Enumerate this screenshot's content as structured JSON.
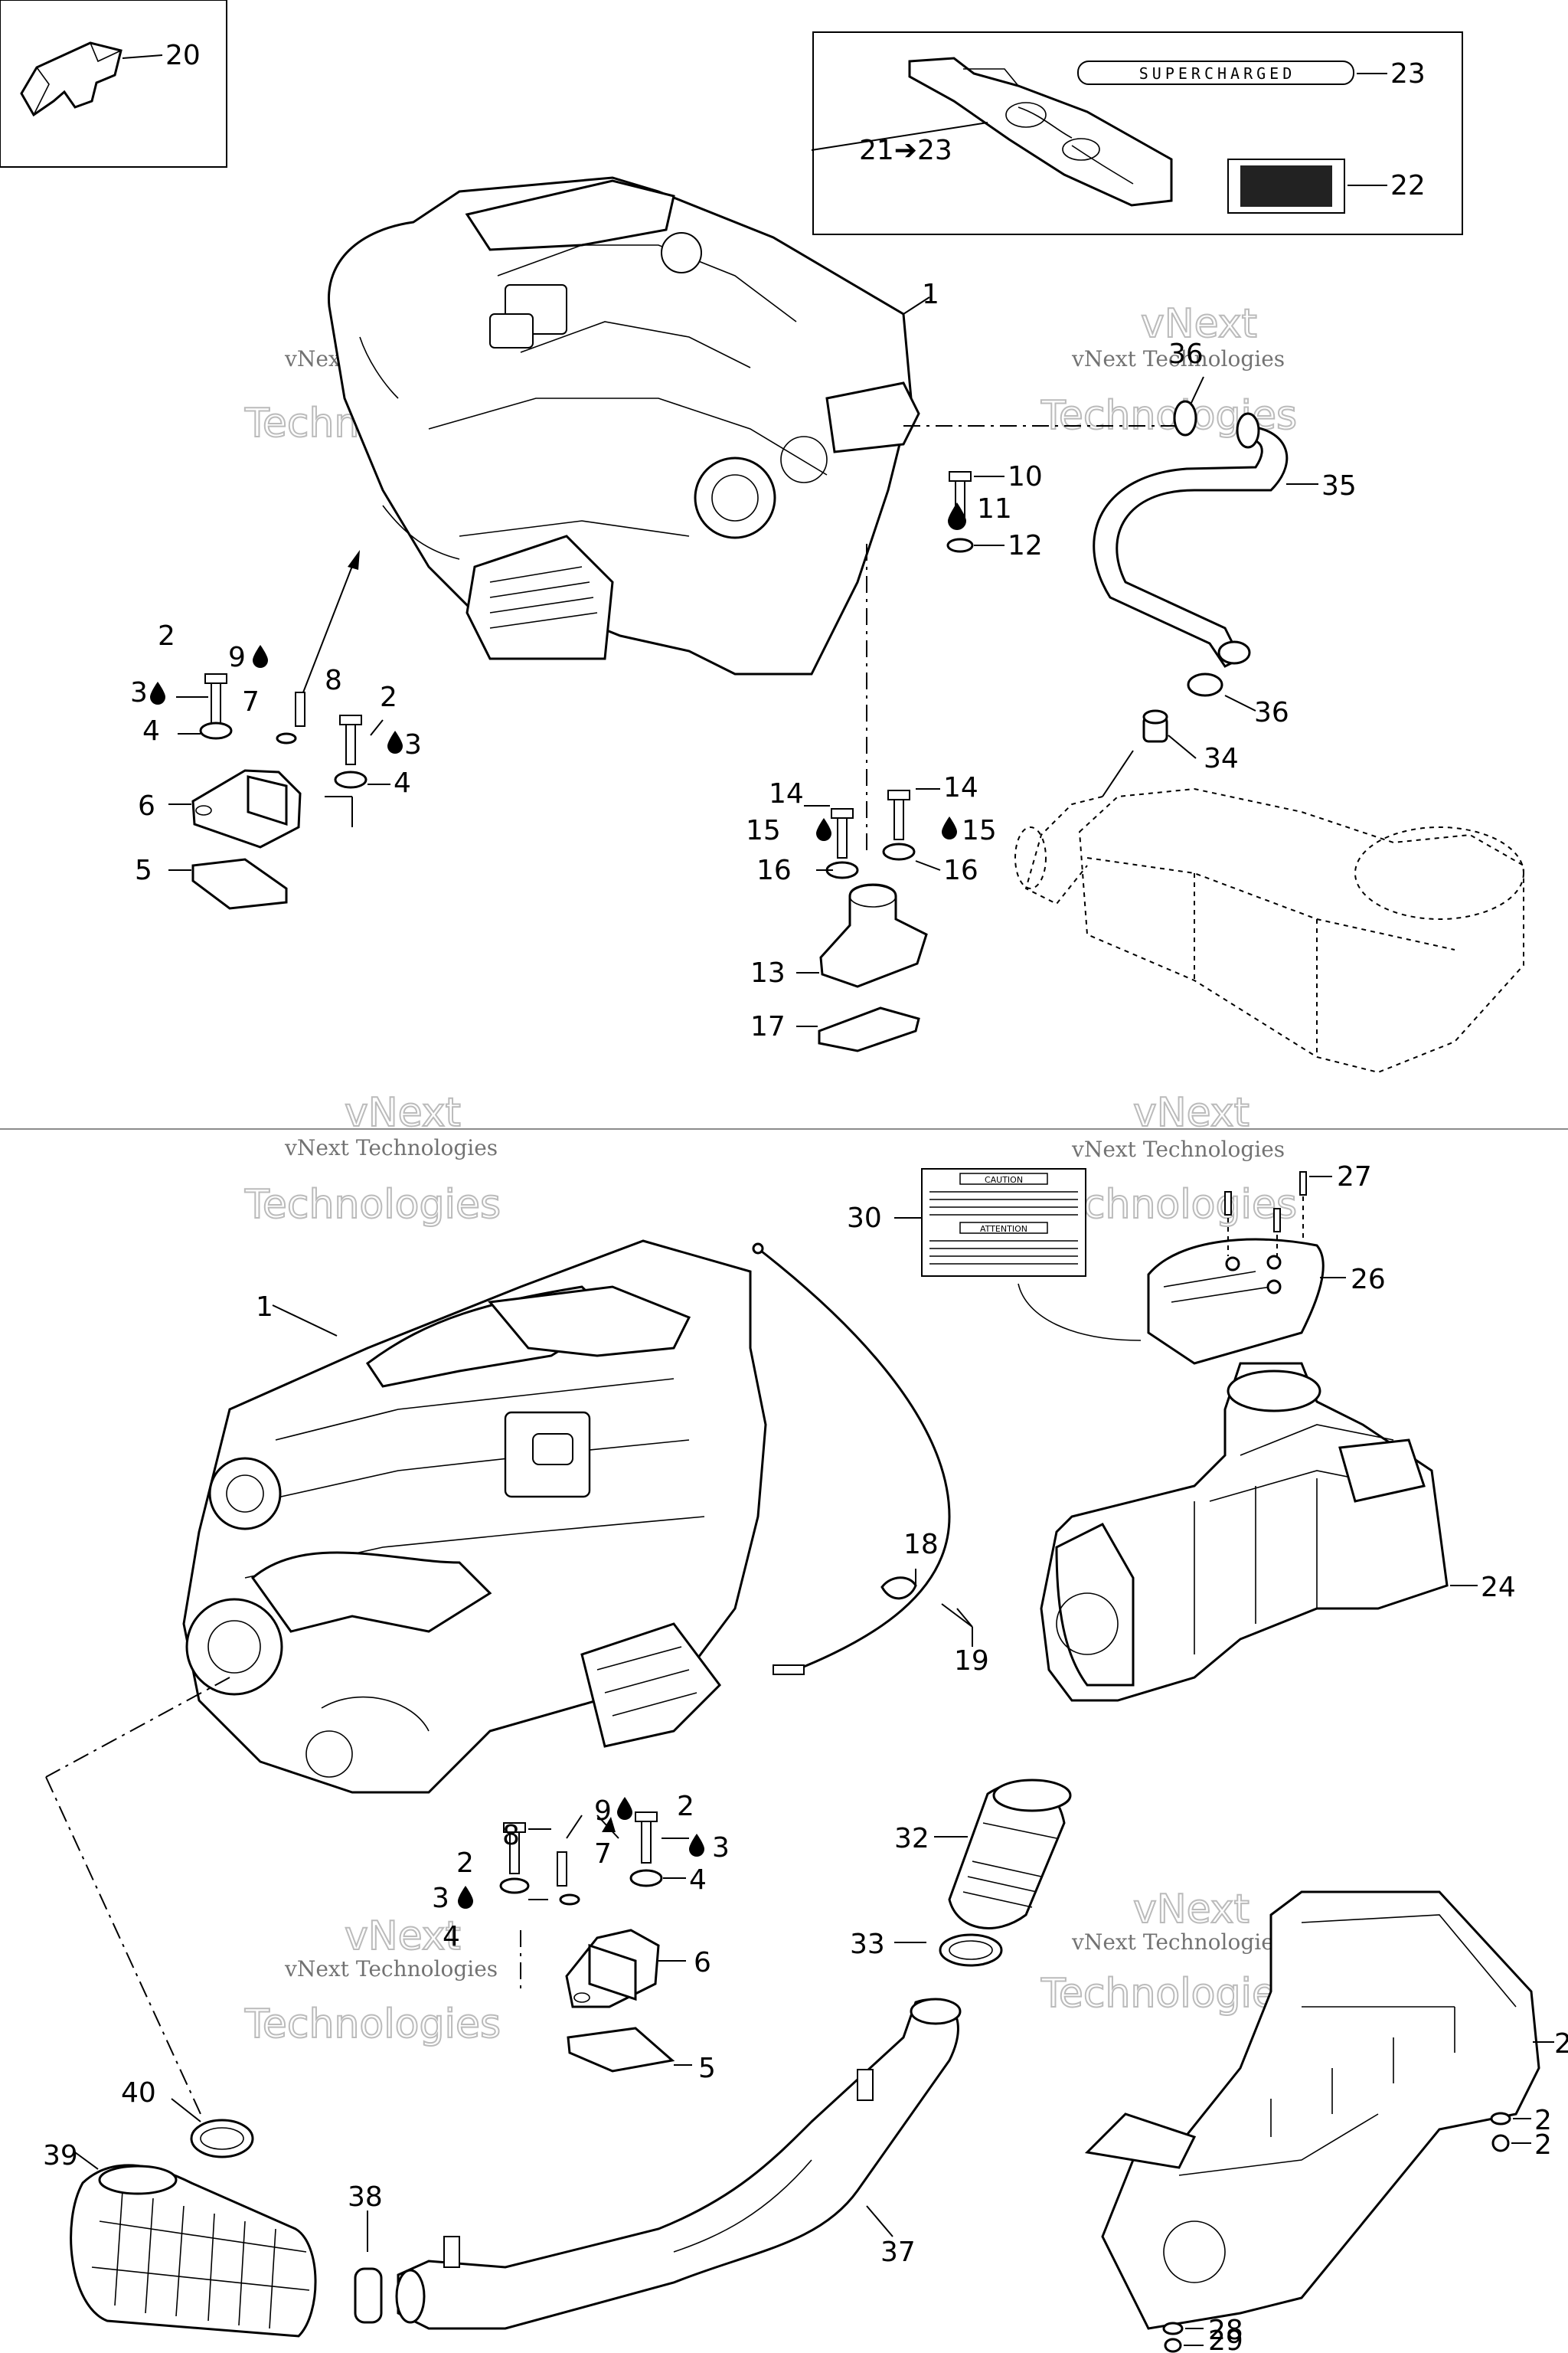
{
  "decal_text": {
    "supercharged": "SUPERCHARGED",
    "caution_title": "CAUTION",
    "attention_title": "ATTENTION"
  },
  "watermark": {
    "line1": "vNext Technologies",
    "line2a": "vNext",
    "line2b": "Technologies"
  },
  "callouts": [
    {
      "id": "c20",
      "text": "20"
    },
    {
      "id": "c23",
      "text": "23"
    },
    {
      "id": "c21-23",
      "text": "21➔23"
    },
    {
      "id": "c22",
      "text": "22"
    },
    {
      "id": "c1",
      "text": "1"
    },
    {
      "id": "c36a",
      "text": "36"
    },
    {
      "id": "c35",
      "text": "35"
    },
    {
      "id": "c10",
      "text": "10"
    },
    {
      "id": "c11",
      "text": "11"
    },
    {
      "id": "c12",
      "text": "12"
    },
    {
      "id": "c2a",
      "text": "2"
    },
    {
      "id": "c9a",
      "text": "9"
    },
    {
      "id": "c3a",
      "text": "3"
    },
    {
      "id": "c8a",
      "text": "8"
    },
    {
      "id": "c7a",
      "text": "7"
    },
    {
      "id": "c4a",
      "text": "4"
    },
    {
      "id": "c2b",
      "text": "2"
    },
    {
      "id": "c3b",
      "text": "3"
    },
    {
      "id": "c4b",
      "text": "4"
    },
    {
      "id": "c6a",
      "text": "6"
    },
    {
      "id": "c5a",
      "text": "5"
    },
    {
      "id": "c36b",
      "text": "36"
    },
    {
      "id": "c34",
      "text": "34"
    },
    {
      "id": "c14a",
      "text": "14"
    },
    {
      "id": "c14b",
      "text": "14"
    },
    {
      "id": "c15a",
      "text": "15"
    },
    {
      "id": "c15b",
      "text": "15"
    },
    {
      "id": "c16a",
      "text": "16"
    },
    {
      "id": "c16b",
      "text": "16"
    },
    {
      "id": "c13",
      "text": "13"
    },
    {
      "id": "c17",
      "text": "17"
    },
    {
      "id": "c27",
      "text": "27"
    },
    {
      "id": "c30",
      "text": "30"
    },
    {
      "id": "c26",
      "text": "26"
    },
    {
      "id": "c1b",
      "text": "1"
    },
    {
      "id": "c18",
      "text": "18"
    },
    {
      "id": "c19",
      "text": "19"
    },
    {
      "id": "c24",
      "text": "24"
    },
    {
      "id": "c8b",
      "text": "8"
    },
    {
      "id": "c9b",
      "text": "9"
    },
    {
      "id": "c2c",
      "text": "2"
    },
    {
      "id": "c7b",
      "text": "7"
    },
    {
      "id": "c3c",
      "text": "3"
    },
    {
      "id": "c2d",
      "text": "2"
    },
    {
      "id": "c3d",
      "text": "3"
    },
    {
      "id": "c4c",
      "text": "4"
    },
    {
      "id": "c4d",
      "text": "4"
    },
    {
      "id": "c6b",
      "text": "6"
    },
    {
      "id": "c5b",
      "text": "5"
    },
    {
      "id": "c32",
      "text": "32"
    },
    {
      "id": "c33",
      "text": "33"
    },
    {
      "id": "c40",
      "text": "40"
    },
    {
      "id": "c39",
      "text": "39"
    },
    {
      "id": "c38",
      "text": "38"
    },
    {
      "id": "c37",
      "text": "37"
    },
    {
      "id": "c2x",
      "text": "2"
    },
    {
      "id": "c28a",
      "text": "2"
    },
    {
      "id": "c29a",
      "text": "2"
    },
    {
      "id": "c28b",
      "text": "28"
    },
    {
      "id": "c29b",
      "text": "29"
    }
  ]
}
